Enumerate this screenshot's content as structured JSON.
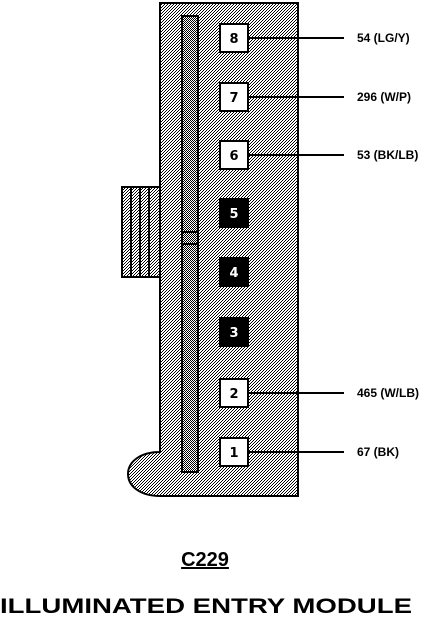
{
  "connector": {
    "id": "C229",
    "name": "ILLUMINATED ENTRY MODULE"
  },
  "pins": [
    {
      "number": "8",
      "wire": "54 (LG/Y)",
      "filled": false
    },
    {
      "number": "7",
      "wire": "296 (W/P)",
      "filled": false
    },
    {
      "number": "6",
      "wire": "53 (BK/LB)",
      "filled": false
    },
    {
      "number": "5",
      "wire": "",
      "filled": true
    },
    {
      "number": "4",
      "wire": "",
      "filled": true
    },
    {
      "number": "3",
      "wire": "",
      "filled": true
    },
    {
      "number": "2",
      "wire": "465 (W/LB)",
      "filled": false
    },
    {
      "number": "1",
      "wire": "67 (BK)",
      "filled": false
    }
  ],
  "colors": {
    "ink": "#000000",
    "body_shade": "#c8c8c8",
    "cavity_filled": "#000000",
    "cavity_open": "#ffffff"
  }
}
